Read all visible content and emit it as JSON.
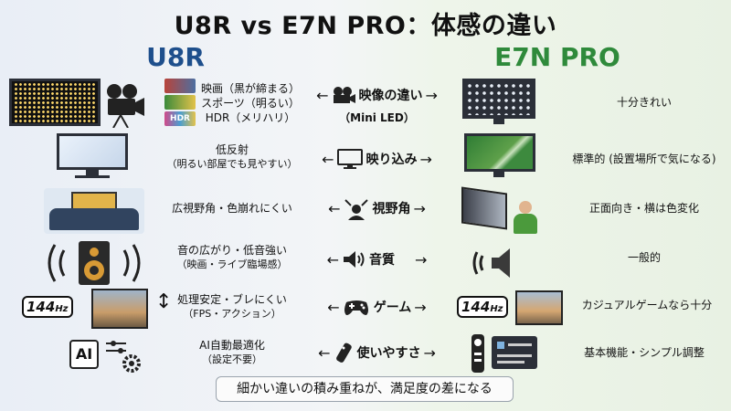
{
  "title": "U8R vs E7N PRO：体感の違い",
  "columns": {
    "left": "U8R",
    "right": "E7N PRO"
  },
  "rows": [
    {
      "u8r_lines": [
        "映画（黒が締まる）",
        "スポーツ（明るい）",
        "HDR（メリハリ）"
      ],
      "label": "映像の違い",
      "sublabel": "（Mini LED）",
      "e7n": "十分きれい"
    },
    {
      "u8r_lines": [
        "低反射",
        "（明るい部屋でも見やすい）"
      ],
      "label": "映り込み",
      "e7n": "標準的 (設置場所で気になる)"
    },
    {
      "u8r_lines": [
        "広視野角・色崩れにくい"
      ],
      "label": "視野角",
      "e7n": "正面向き・横は色変化"
    },
    {
      "u8r_lines": [
        "音の広がり・低音強い",
        "（映画・ライブ臨場感）"
      ],
      "label": "音質",
      "e7n": "一般的"
    },
    {
      "u8r_lines": [
        "処理安定・ブレにくい",
        "（FPS・アクション）"
      ],
      "label": "ゲーム",
      "e7n": "カジュアルゲームなら十分",
      "badge_main": "144",
      "badge_unit": "Hz"
    },
    {
      "u8r_lines": [
        "AI自動最適化",
        "（設定不要）"
      ],
      "label": "使いやすさ",
      "e7n": "基本機能・シンプル調整",
      "ai_label": "AI"
    }
  ],
  "hdr_label": "HDR",
  "footer": "細かい違いの積み重ねが、満足度の差になる",
  "arrows": {
    "left": "←",
    "right": "→"
  },
  "icons": [
    "movie-camera-icon",
    "tv-icon",
    "viewer-icon",
    "speaker-icon",
    "gamepad-icon",
    "remote-icon"
  ]
}
